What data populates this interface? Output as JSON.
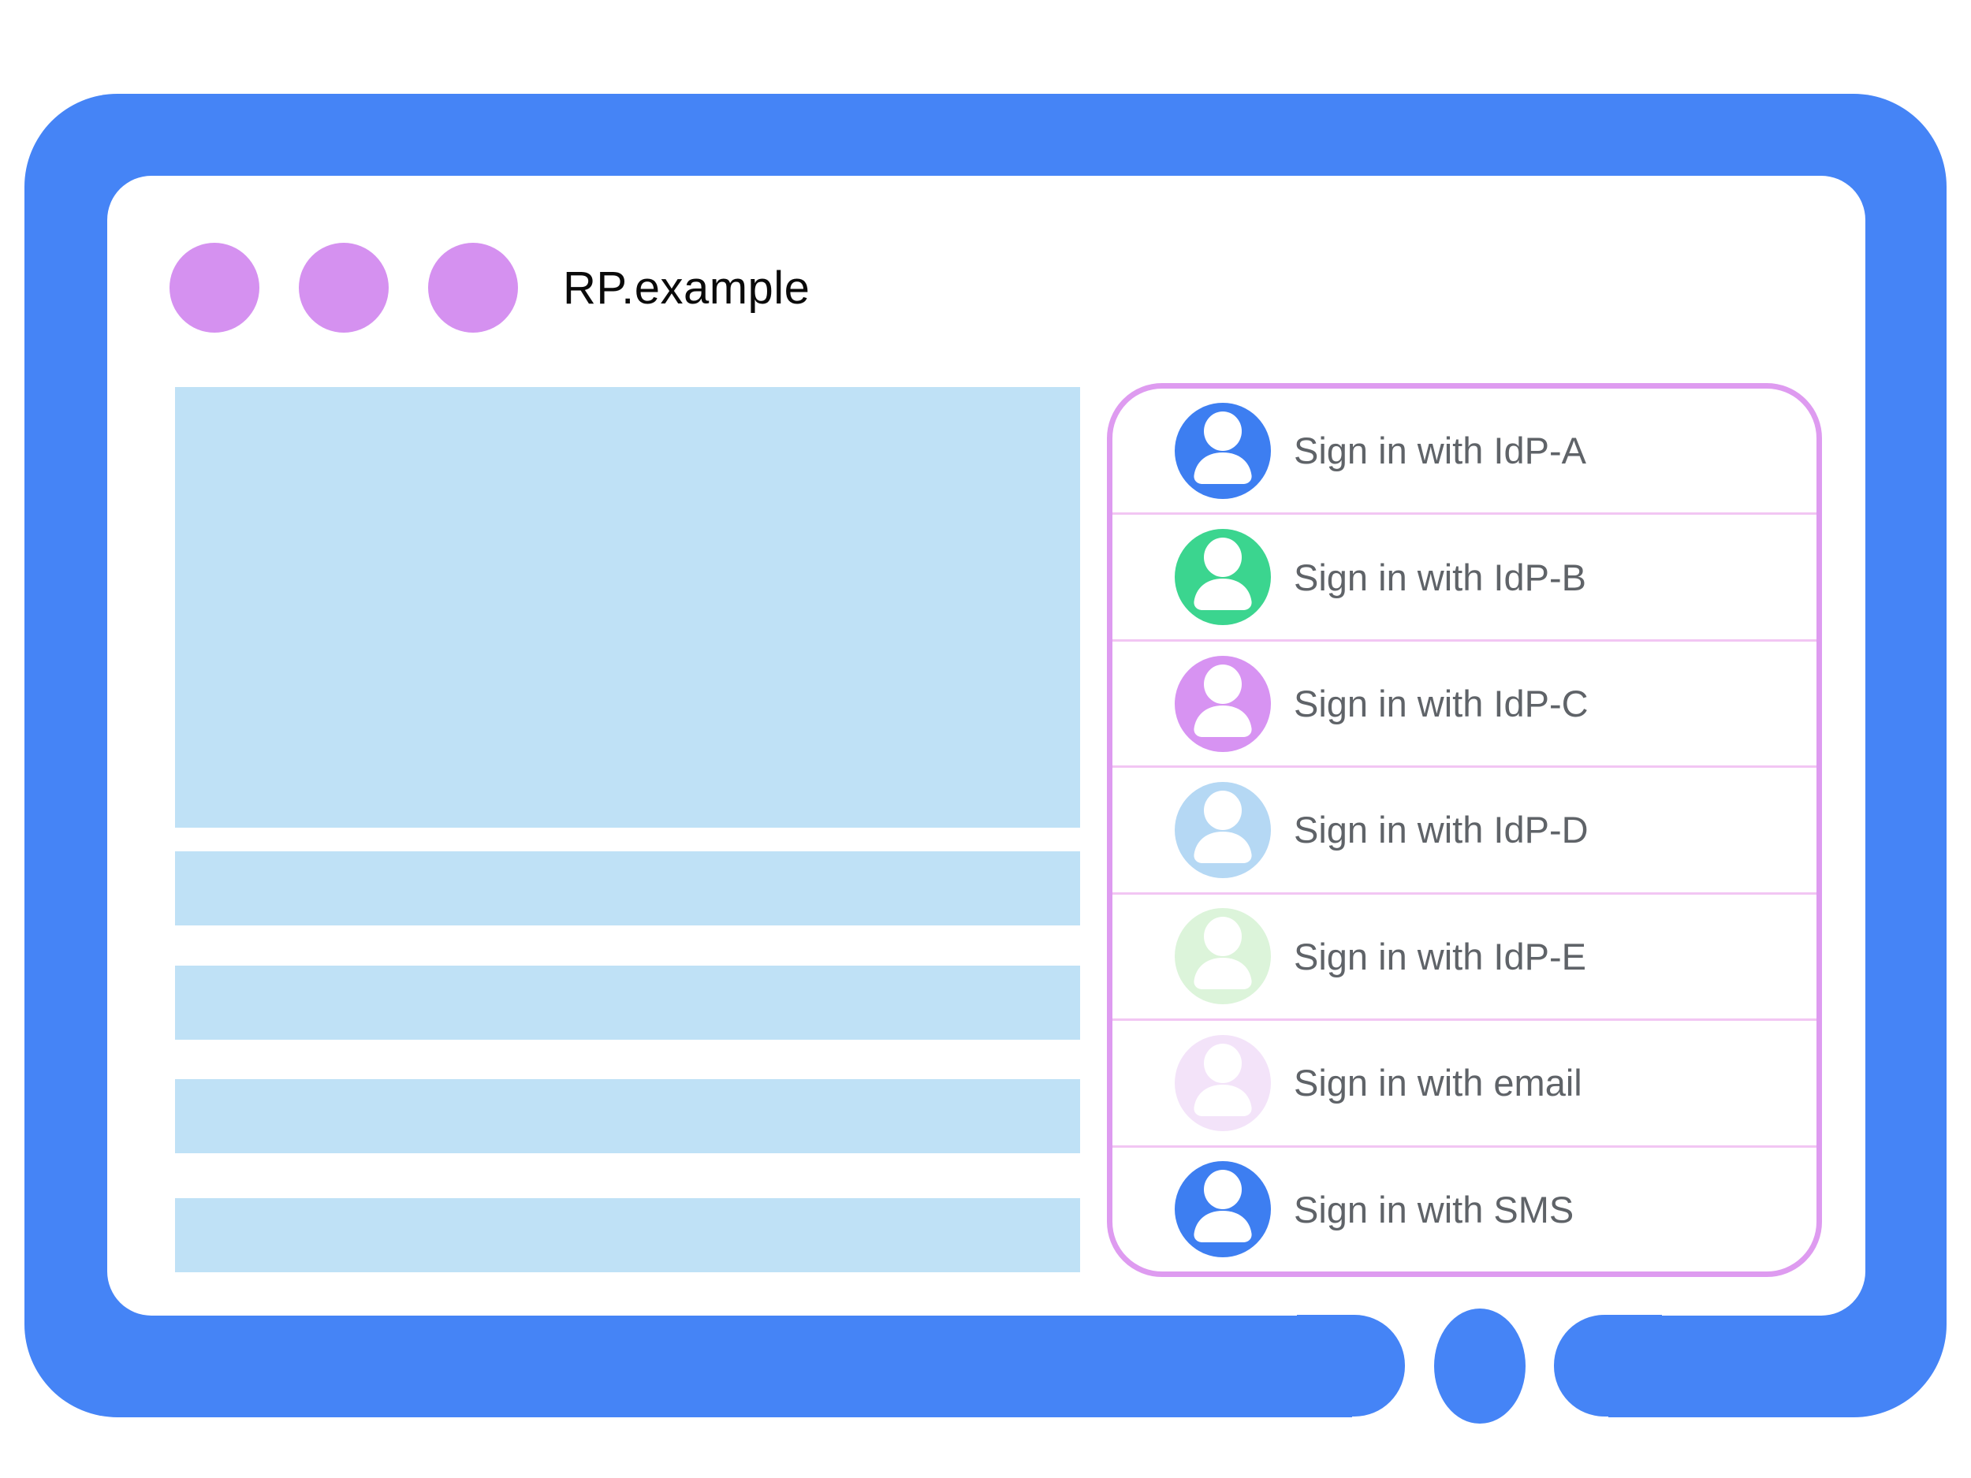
{
  "browser": {
    "title": "RP.example"
  },
  "colors": {
    "frame_blue": "#4584F6",
    "placeholder_blue": "#BFE1F6",
    "dot_purple": "#D591F0",
    "panel_border": "#DE9BF0",
    "row_divider": "#F2C6F3",
    "label_gray": "#5F6368",
    "title_black": "#0A0A0A"
  },
  "signin": {
    "items": [
      {
        "label": "Sign in with IdP-A",
        "color": "#3D7EF1"
      },
      {
        "label": "Sign in with IdP-B",
        "color": "#3BD58F"
      },
      {
        "label": "Sign in with IdP-C",
        "color": "#D793F2"
      },
      {
        "label": "Sign in with IdP-D",
        "color": "#B5D8F4"
      },
      {
        "label": "Sign in with IdP-E",
        "color": "#DCF4DA"
      },
      {
        "label": "Sign in with email",
        "color": "#F3E3F9"
      },
      {
        "label": "Sign in with SMS",
        "color": "#3D7EF1"
      }
    ]
  }
}
